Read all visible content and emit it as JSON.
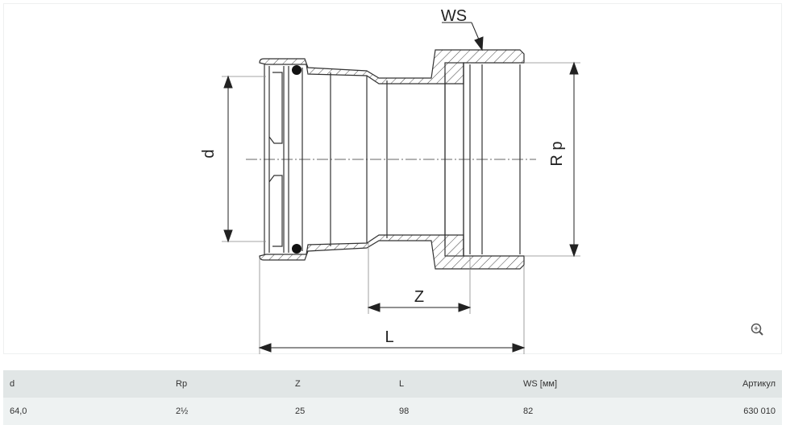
{
  "drawing": {
    "labels": {
      "d": "d",
      "rp": "R p",
      "z": "Z",
      "l": "L",
      "ws": "WS"
    },
    "zoom_icon": "zoom-in-icon"
  },
  "table": {
    "headers": [
      "d",
      "Rp",
      "Z",
      "L",
      "WS [мм]",
      "Артикул"
    ],
    "rows": [
      [
        "64,0",
        "2½",
        "25",
        "98",
        "82",
        "630 010"
      ]
    ]
  }
}
